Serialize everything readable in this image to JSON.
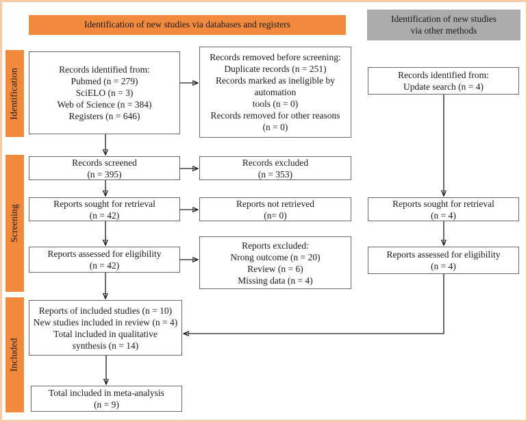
{
  "colors": {
    "orange": "#F18A3D",
    "gray": "#ABABAB",
    "box_border": "#666666",
    "page_border": "#F8C9A2",
    "arrow": "#1a1a1a"
  },
  "headers": {
    "databases": "Identification of new studies via databases and registers",
    "other_methods": "Identification of new studies\nvia other methods"
  },
  "stages": {
    "identification": "Identification",
    "screening": "Screening",
    "included": "Included"
  },
  "nodes": {
    "records_identified": "Records identified from:\nPubmed (n = 279)\nSciELO (n = 3)\nWeb of Science (n = 384)\nRegisters (n = 646)",
    "records_removed": "Records removed before screening:\nDuplicate records (n = 251)\nRecords marked as ineligible by\nautomation\ntools (n = 0)\nRecords removed for other reasons\n(n = 0)",
    "update_search": "Records identified from:\nUpdate search (n = 4)",
    "records_screened": "Records screened\n(n = 395)",
    "records_excluded": "Records excluded\n(n = 353)",
    "reports_sought": "Reports sought for retrieval\n(n = 42)",
    "reports_not_retrieved": "Reports not retrieved\n(n= 0)",
    "reports_sought_other": "Reports sought for retrieval\n(n = 4)",
    "reports_assessed": "Reports assessed for eligibility\n(n = 42)",
    "reports_excluded": "Reports excluded:\nNrong outcome (n = 20)\nReview (n = 6)\nMissing data (n = 4)",
    "reports_assessed_other": "Reports assessed for eligibility\n(n = 4)",
    "included_studies": "Reports of included studies (n = 10)\nNew studies included in review (n = 4)\nTotal included in qualitative\nsynthesis (n = 14)",
    "meta_analysis": "Total included in meta-analysis\n(n = 9)"
  }
}
